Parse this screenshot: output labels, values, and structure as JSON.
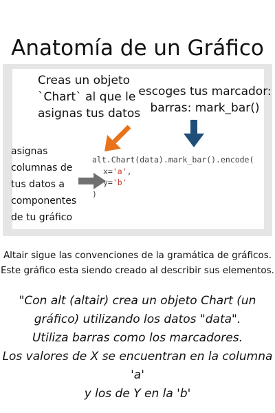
{
  "title": "Anatomía de un Gráfico",
  "annotations": {
    "create_chart": [
      "Creas un objeto",
      "`Chart` al que le",
      "asignas tus datos"
    ],
    "choose_marker": [
      "escoges tus marcador:",
      "barras: mark_bar()"
    ],
    "encode_columns": [
      "asignas",
      "columnas de",
      "tus datos a",
      "componentes",
      "de tu gráfico"
    ]
  },
  "code": {
    "line1": "alt.Chart(data).mark_bar().encode(",
    "x_key": "x=",
    "x_val": "'a'",
    "x_sep": ",",
    "y_key": "y=",
    "y_val": "'b'",
    "close": ")"
  },
  "description": [
    "Altair sigue las convenciones de la gramática de gráficos.",
    "Este gráfico esta siendo creado al describir sus elementos."
  ],
  "quote": [
    "\"Con alt (altair) crea un objeto Chart (un",
    "gráfico) utilizando los datos \"data\".",
    "Utiliza barras como los marcadores.",
    "Los valores de X se encuentran en la columna 'a'",
    "y los de Y en la 'b'"
  ],
  "colors": {
    "orange_arrow": "#e8731a",
    "blue_arrow": "#1f4e79",
    "gray_arrow": "#707070",
    "string_literal": "#c0392b",
    "panel_border": "#e5e5e5"
  },
  "icons": {
    "orange": "arrow-down-left-icon",
    "blue": "arrow-down-icon",
    "gray": "arrow-right-icon"
  }
}
